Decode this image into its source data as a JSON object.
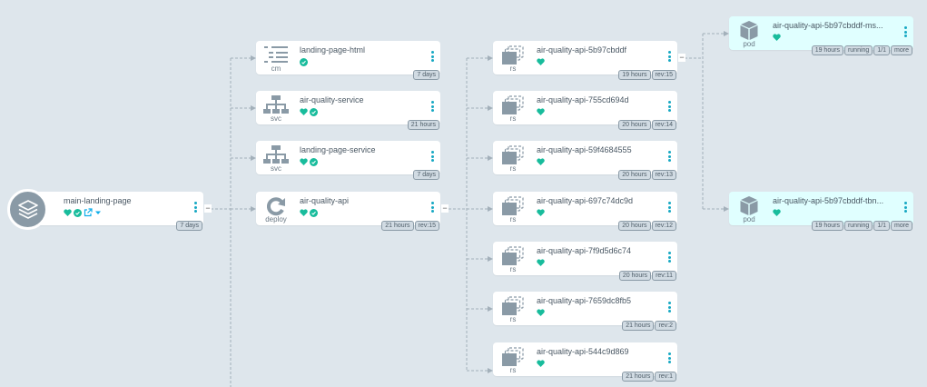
{
  "colors": {
    "background": "#dee6ec",
    "healthy": "#18bc9c",
    "pod_bg": "#e0ffff",
    "menu_dots": "#16a8c3",
    "icon_gray": "#8a9aa6"
  },
  "app": {
    "name": "main-landing-page",
    "icon": "layers-icon",
    "status_icons": [
      "heart-icon",
      "check-circle-icon",
      "external-link-icon",
      "caret-down-icon"
    ],
    "badges": [
      "7 days"
    ]
  },
  "resources": [
    {
      "kind": "cm",
      "icon": "configmap-icon",
      "name": "landing-page-html",
      "status_icons": [
        "check-circle-icon"
      ],
      "badges": [
        "7 days"
      ]
    },
    {
      "kind": "svc",
      "icon": "service-icon",
      "name": "air-quality-service",
      "status_icons": [
        "heart-icon",
        "check-circle-icon"
      ],
      "badges": [
        "21 hours"
      ]
    },
    {
      "kind": "svc",
      "icon": "service-icon",
      "name": "landing-page-service",
      "status_icons": [
        "heart-icon",
        "check-circle-icon"
      ],
      "badges": [
        "7 days"
      ]
    },
    {
      "kind": "deploy",
      "icon": "deploy-icon",
      "name": "air-quality-api",
      "status_icons": [
        "heart-icon",
        "check-circle-icon"
      ],
      "badges": [
        "21 hours",
        "rev:15"
      ]
    }
  ],
  "replicasets": [
    {
      "kind": "rs",
      "name": "air-quality-api-5b97cbddf",
      "badges": [
        "19 hours",
        "rev:15"
      ]
    },
    {
      "kind": "rs",
      "name": "air-quality-api-755cd694d",
      "badges": [
        "20 hours",
        "rev:14"
      ]
    },
    {
      "kind": "rs",
      "name": "air-quality-api-59f4684555",
      "badges": [
        "20 hours",
        "rev:13"
      ]
    },
    {
      "kind": "rs",
      "name": "air-quality-api-697c74dc9d",
      "badges": [
        "20 hours",
        "rev:12"
      ]
    },
    {
      "kind": "rs",
      "name": "air-quality-api-7f9d5d6c74",
      "badges": [
        "20 hours",
        "rev:11"
      ]
    },
    {
      "kind": "rs",
      "name": "air-quality-api-7659dc8fb5",
      "badges": [
        "21 hours",
        "rev:2"
      ]
    },
    {
      "kind": "rs",
      "name": "air-quality-api-544c9d869",
      "badges": [
        "21 hours",
        "rev:1"
      ]
    }
  ],
  "pods": [
    {
      "kind": "pod",
      "name": "air-quality-api-5b97cbddf-ms...",
      "badges": [
        "19 hours",
        "running",
        "1/1",
        "more"
      ]
    },
    {
      "kind": "pod",
      "name": "air-quality-api-5b97cbddf-tbn...",
      "badges": [
        "19 hours",
        "running",
        "1/1",
        "more"
      ]
    }
  ],
  "collapse_label": "−"
}
